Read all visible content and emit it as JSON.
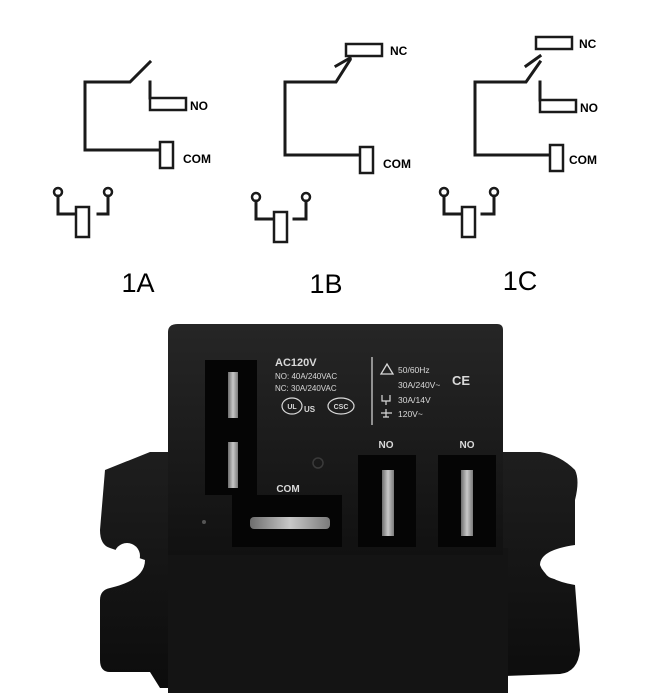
{
  "diagrams": [
    {
      "id": "1A",
      "caption": "1A",
      "contacts": [
        "NO",
        "COM"
      ]
    },
    {
      "id": "1B",
      "caption": "1B",
      "contacts": [
        "NC",
        "COM"
      ]
    },
    {
      "id": "1C",
      "caption": "1C",
      "contacts": [
        "NC",
        "NO",
        "COM"
      ]
    }
  ],
  "relay": {
    "model": "AC120V",
    "rating_no": "NO: 40A/240VAC",
    "rating_nc": "NC: 30A/240VAC",
    "ul_mark": "US",
    "csc_mark": "CSC",
    "freq": "50/60Hz",
    "rating_ac": "30A/240V~",
    "rating_dc": "30A/14V",
    "coil_voltage": "120V~",
    "ce_mark": "CE",
    "terminal_com": "COM",
    "terminal_no_1": "NO",
    "terminal_no_2": "NO"
  },
  "colors": {
    "relay_body": "#1b1b1b",
    "relay_text": "#d9d9d9",
    "metal": "#9a9a9a"
  }
}
